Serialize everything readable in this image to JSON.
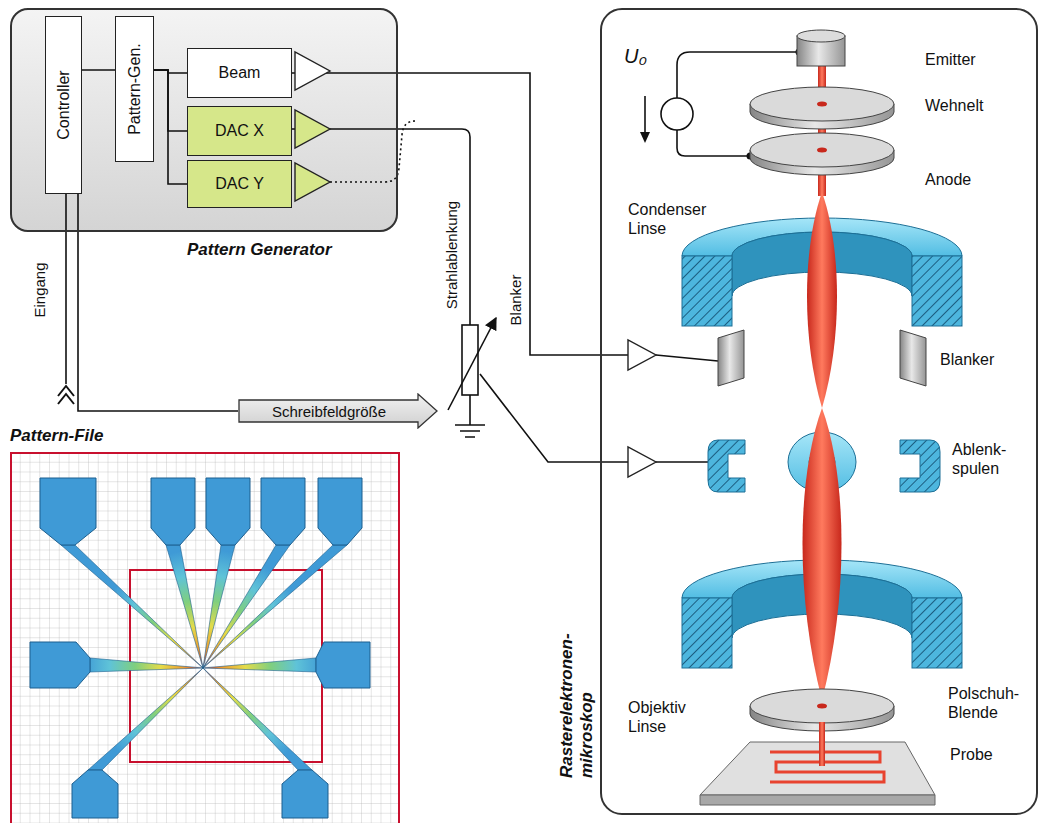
{
  "diagram": {
    "nodes": [
      {
        "text": [
          "Pattern Generator"
        ]
      },
      {
        "text": [
          "Controller"
        ],
        "in": 0
      },
      {
        "text": [
          "Pattern-Gen."
        ],
        "in": 0
      },
      {
        "text": [
          "Beam"
        ],
        "in": 0
      },
      {
        "text": [
          "DAC X"
        ],
        "in": 0
      },
      {
        "text": [
          "DAC Y"
        ],
        "in": 0
      },
      {
        "text": [
          "Schreibfeldgröße"
        ]
      },
      {
        "text": [
          "Rasterelektronen- mikroskop"
        ]
      },
      {
        "text": [
          "Pattern-File"
        ]
      }
    ],
    "edges": [
      {
        "from": 1,
        "to": 2,
        "arrow": "none"
      },
      {
        "from": 2,
        "to": 3,
        "arrow": "none"
      },
      {
        "from": 2,
        "to": 4,
        "arrow": "none"
      },
      {
        "from": 2,
        "to": 5,
        "arrow": "none"
      },
      {
        "from": 3,
        "to": 7,
        "arrow": "none",
        "label": "Blanker"
      },
      {
        "from": 1,
        "to": 6,
        "arrow": "none"
      }
    ],
    "labels": [
      "Eingang",
      "Strahlablenkung",
      "U₀",
      "Emitter",
      "Wehnelt",
      "Anode",
      "Condenser Linse",
      "Blanker",
      "Ablenk- spulen",
      "Objektiv Linse",
      "Polschuh- Blende",
      "Probe"
    ]
  }
}
